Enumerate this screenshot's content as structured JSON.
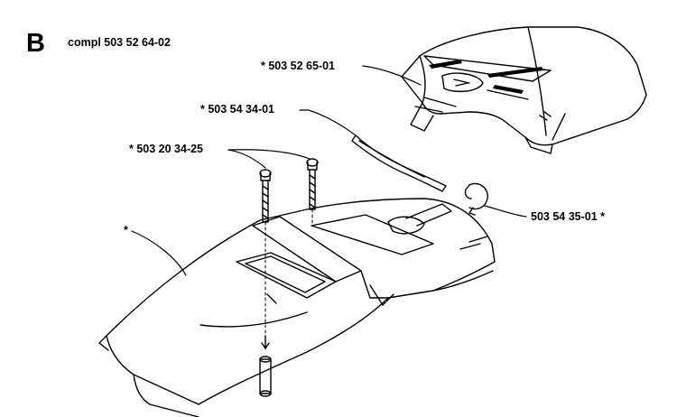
{
  "header": {
    "section_letter": "B",
    "assembly_label": "compl 503 52 64-02"
  },
  "callouts": {
    "top_cover": "* 503 52 65-01",
    "strip": "* 503 54 34-01",
    "screws": "* 503 20 34-25",
    "clip": "503 54 35-01 *",
    "main_cover": "*"
  }
}
